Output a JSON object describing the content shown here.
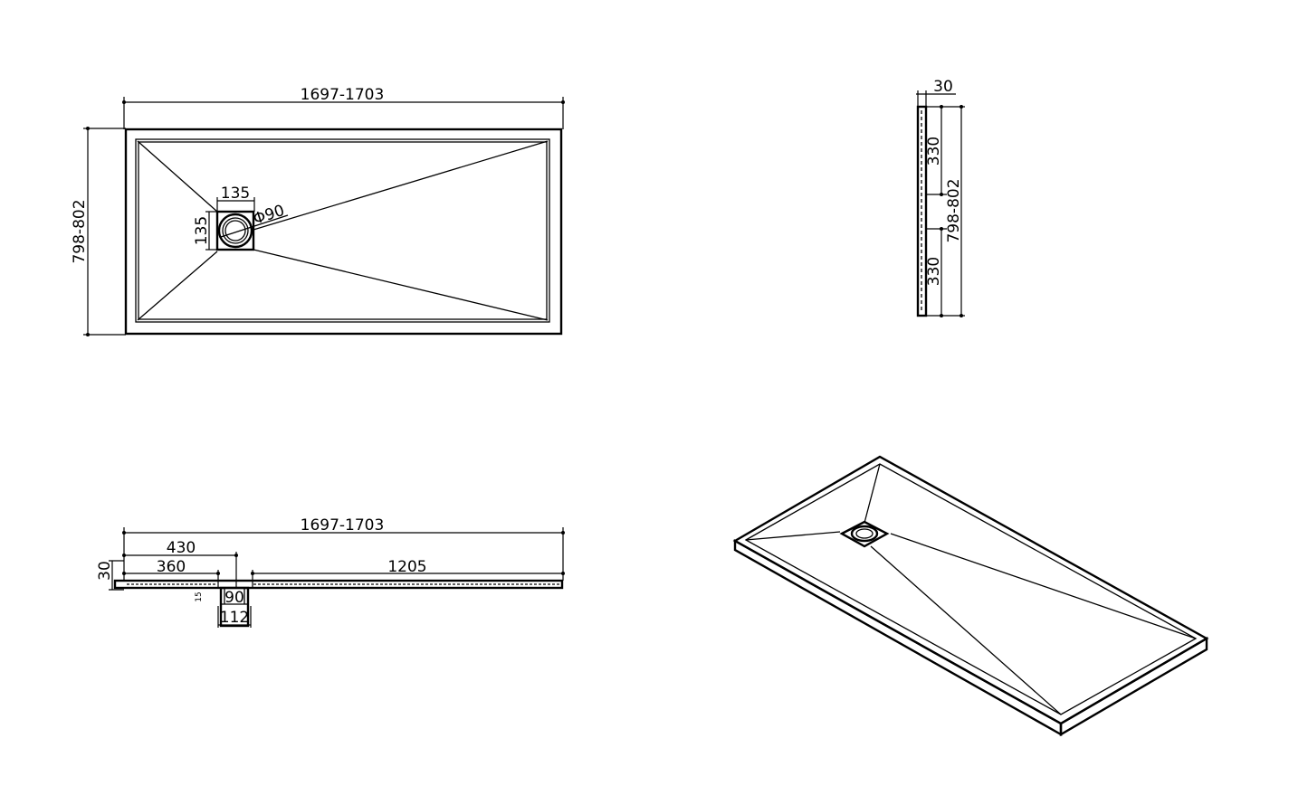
{
  "drawing": {
    "top_view": {
      "width_dim": "1697-1703",
      "height_dim": "798-802",
      "drain_width": "135",
      "drain_height": "135",
      "drain_diameter": "Φ90"
    },
    "side_view_right": {
      "thickness": "30",
      "upper_segment": "330",
      "lower_segment": "330",
      "overall": "798-802"
    },
    "front_section": {
      "overall": "1697-1703",
      "drain_center_offset": "430",
      "drain_edge_offset": "360",
      "right_length": "1205",
      "thickness": "30",
      "drain_inner": "90",
      "drain_outer": "112",
      "drain_depth": "15"
    },
    "isometric_view": {}
  }
}
